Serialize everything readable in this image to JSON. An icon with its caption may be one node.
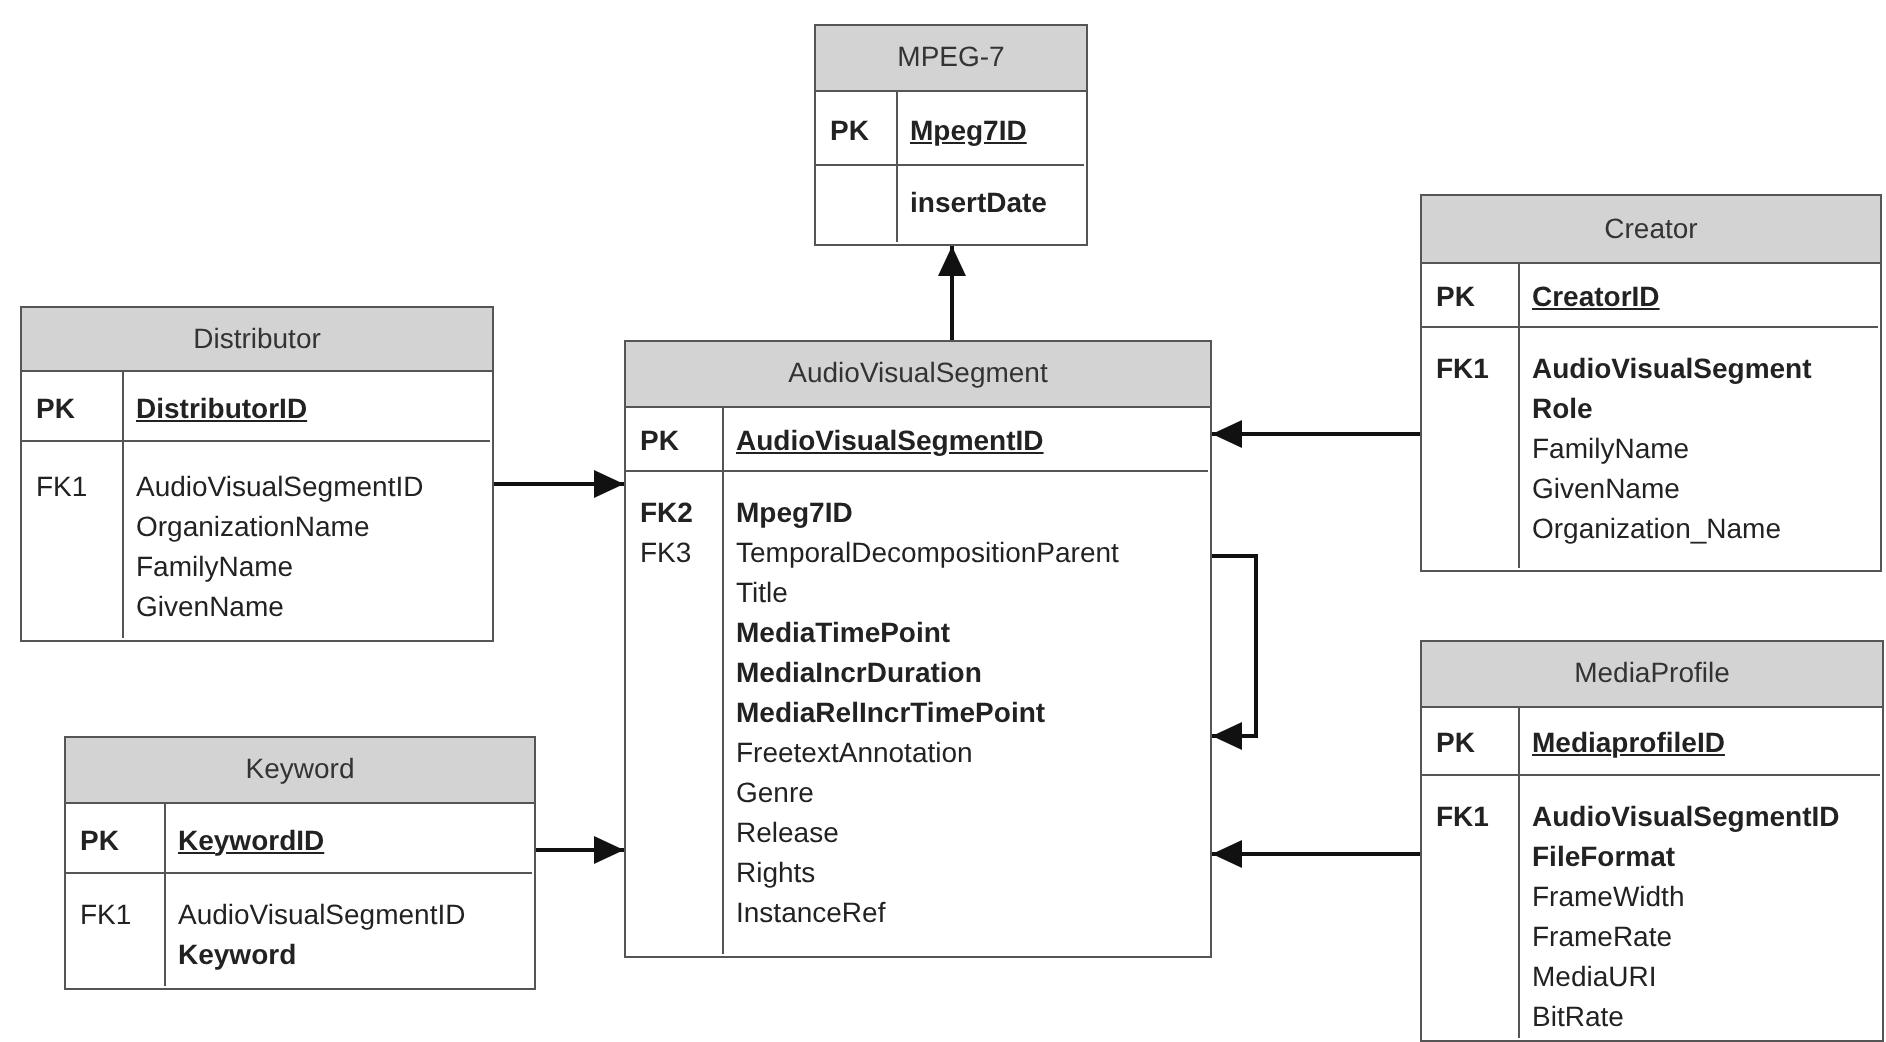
{
  "diagram": {
    "nodes": [
      {
        "text": [
          "MPEG-7"
        ]
      },
      {
        "text": [
          "PK"
        ],
        "in": 0
      },
      {
        "text": [
          "Mpeg7ID"
        ],
        "in": 0
      },
      {
        "text": [],
        "shape": "box",
        "in": 0
      },
      {
        "text": [
          "**insertDate**"
        ],
        "in": 0
      },
      {
        "text": [
          "Distributor"
        ]
      },
      {
        "text": [
          "PK"
        ],
        "in": 5
      },
      {
        "text": [
          "DistributorID"
        ],
        "in": 5
      },
      {
        "text": [
          "FK1"
        ],
        "in": 5
      },
      {
        "text": [
          "AudioVisualSegmentID",
          "OrganizationName",
          "FamilyName",
          "GivenName"
        ],
        "in": 5
      },
      {
        "text": [
          "AudioVisualSegment"
        ]
      },
      {
        "text": [
          "PK"
        ],
        "in": 10
      },
      {
        "text": [
          "AudioVisualSegmentID"
        ],
        "in": 10
      },
      {
        "text": [
          "**FK2**",
          "FK3"
        ],
        "in": 10
      },
      {
        "text": [
          "**Mpeg7ID**",
          "TemporalDecompositionParent",
          "Title",
          "**MediaTimePoint**",
          "**MediaIncrDuration**",
          "**MediaRelIncrTimePoint**",
          "FreetextAnnotation",
          "Genre",
          "Release",
          "Rights",
          "InstanceRef"
        ],
        "in": 10
      },
      {
        "text": [
          "Creator"
        ]
      },
      {
        "text": [
          "PK"
        ],
        "in": 15
      },
      {
        "text": [
          "CreatorID"
        ],
        "in": 15
      },
      {
        "text": [
          "**FK1**"
        ],
        "in": 15
      },
      {
        "text": [
          "**AudioVisualSegment**",
          "**Role**",
          "FamilyName",
          "GivenName",
          "Organization_Name"
        ],
        "in": 15
      },
      {
        "text": [
          "Keyword"
        ]
      },
      {
        "text": [
          "PK"
        ],
        "in": 20
      },
      {
        "text": [
          "KeywordID"
        ],
        "in": 20
      },
      {
        "text": [
          "FK1"
        ],
        "in": 20
      },
      {
        "text": [
          "AudioVisualSegmentID",
          "**Keyword**"
        ],
        "in": 20
      },
      {
        "text": [
          "MediaProfile"
        ]
      },
      {
        "text": [
          "PK"
        ],
        "in": 25
      },
      {
        "text": [
          "MediaprofileID"
        ],
        "in": 25
      },
      {
        "text": [
          "**FK1**"
        ],
        "in": 25
      },
      {
        "text": [
          "**AudioVisualSegmentID**",
          "**FileFormat**",
          "FrameWidth",
          "FrameRate",
          "MediaURI",
          "BitRate"
        ],
        "in": 25
      }
    ],
    "edges": [
      {
        "from": 10,
        "to": 0,
        "arrow": "to"
      },
      {
        "from": 5,
        "to": 10,
        "arrow": "to"
      },
      {
        "from": 15,
        "to": 10,
        "arrow": "to"
      },
      {
        "from": 14,
        "to": 14,
        "arrow": "to"
      },
      {
        "from": 20,
        "to": 10,
        "arrow": "to"
      },
      {
        "from": 25,
        "to": 10,
        "arrow": "to"
      }
    ]
  }
}
